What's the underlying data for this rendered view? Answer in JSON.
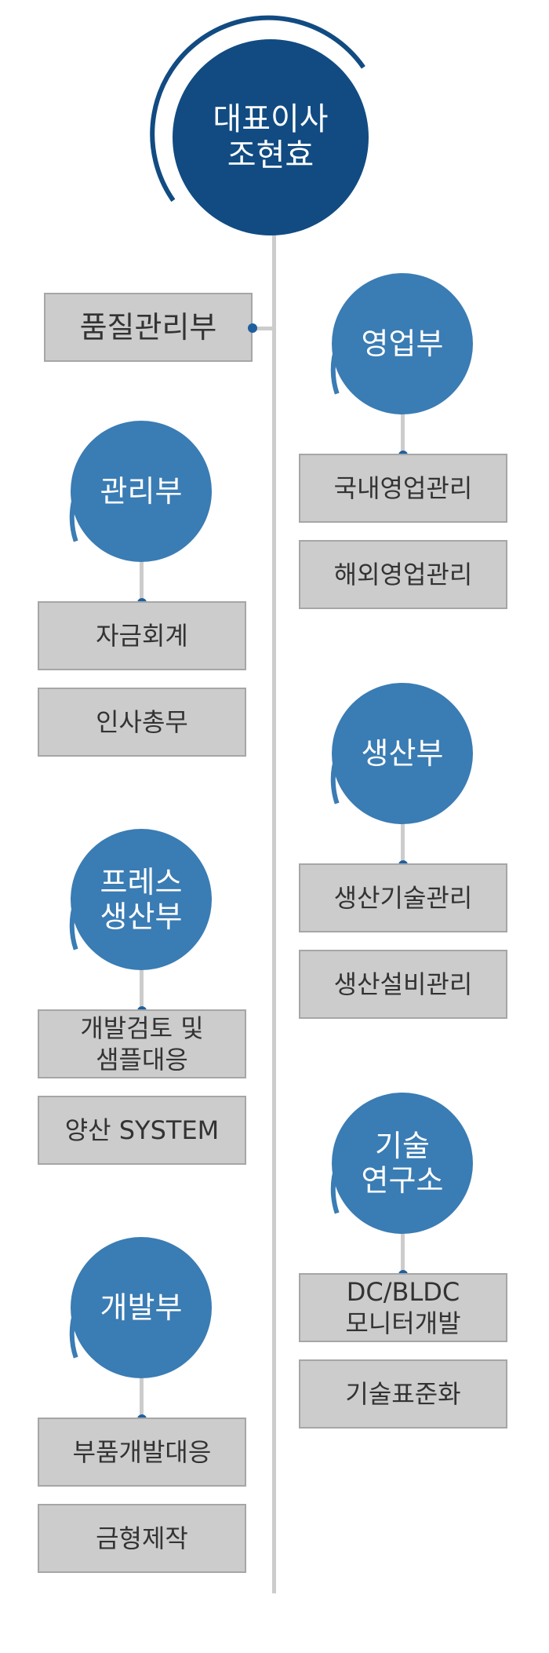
{
  "ceo": {
    "label": "대표이사\n조현효"
  },
  "quality": {
    "label": "품질관리부"
  },
  "departments": {
    "admin": {
      "name": "관리부",
      "items": [
        "자금회계",
        "인사총무"
      ]
    },
    "sales": {
      "name": "영업부",
      "items": [
        "국내영업관리",
        "해외영업관리"
      ]
    },
    "production": {
      "name": "생산부",
      "items": [
        "생산기술관리",
        "생산설비관리"
      ]
    },
    "press": {
      "name": "프레스\n생산부",
      "items": [
        "개발검토 및\n샘플대응",
        "양산 SYSTEM"
      ]
    },
    "rnd": {
      "name": "기술\n연구소",
      "items": [
        "DC/BLDC\n모니터개발",
        "기술표준화"
      ]
    },
    "dev": {
      "name": "개발부",
      "items": [
        "부품개발대응",
        "금형제작"
      ]
    }
  },
  "colors": {
    "ceo_fill": "#114b82",
    "dept_fill": "#3a7cb4",
    "box_fill": "#cccccc",
    "box_border": "#a6a6a6",
    "connector": "#cccccc",
    "dot": "#1f5f9f"
  }
}
